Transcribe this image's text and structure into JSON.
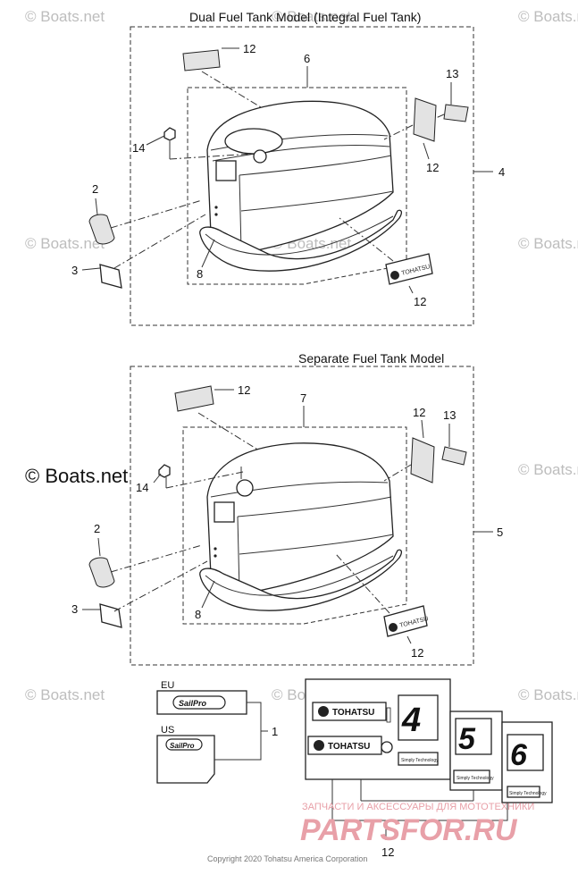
{
  "titles": {
    "dual": "Dual Fuel Tank Model  (Integral Fuel Tank)",
    "separate": "Separate Fuel Tank Model"
  },
  "watermarks": {
    "small": "© Boats.net",
    "large": "© Boats.net",
    "parts_ru_tagline": "ЗАПЧАСТИ И АКСЕССУАРЫ ДЛЯ МОТОТЕХНИКИ",
    "parts_ru_logo": "PARTSFOR.RU"
  },
  "callouts": {
    "top": {
      "c12a": "12",
      "c6": "6",
      "c13": "13",
      "c14": "14",
      "c12b": "12",
      "c4": "4",
      "c2": "2",
      "c3": "3",
      "c8": "8",
      "c12c": "12"
    },
    "bottom": {
      "c12a": "12",
      "c7": "7",
      "c12b": "12",
      "c13": "13",
      "c14": "14",
      "c5": "5",
      "c2": "2",
      "c3": "3",
      "c8": "8",
      "c12c": "12"
    },
    "sheets": {
      "c1": "1",
      "c12": "12"
    }
  },
  "labels": {
    "eu": "EU",
    "us": "US",
    "sailpro": "SailPro",
    "tohatsu": "TOHATSU",
    "simply_technology": "Simply Technology",
    "num4": "4",
    "num5": "5",
    "num6": "6"
  },
  "copyright": "Copyright 2020 Tohatsu America Corporation",
  "colors": {
    "line": "#222222",
    "watermark": "#bdbdbd",
    "logo_red": "#e8a0a8"
  }
}
